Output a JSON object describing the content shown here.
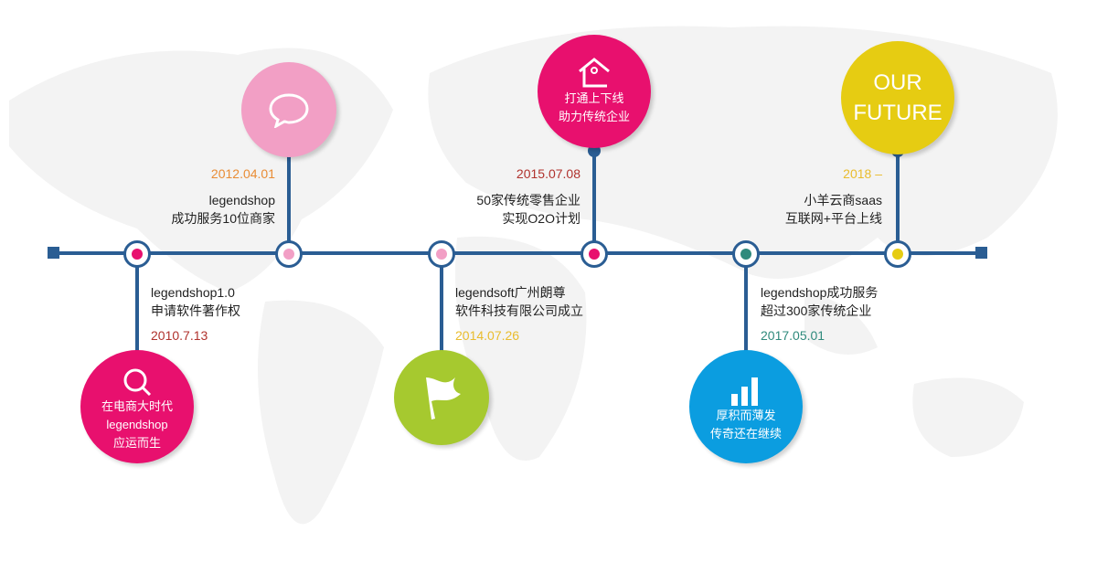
{
  "colors": {
    "line": "#2a5d93",
    "pink": "#e8106e",
    "light_pink": "#f29fc5",
    "green": "#a6c92f",
    "blue": "#0b9de0",
    "yellow": "#e6cc12",
    "teal": "#2f8a7c"
  },
  "events": [
    {
      "date": "2010.7.13",
      "lines": [
        "legendshop1.0",
        "申请软件著作权"
      ],
      "circle": [
        "在电商大时代",
        "legendshop",
        "应运而生"
      ],
      "icon": "search-icon"
    },
    {
      "date": "2012.04.01",
      "lines": [
        "legendshop",
        "成功服务10位商家"
      ],
      "icon": "chat-bubble-icon"
    },
    {
      "date": "2014.07.26",
      "lines": [
        "legendsoft广州朗尊",
        "软件科技有限公司成立"
      ],
      "icon": "flag-icon"
    },
    {
      "date": "2015.07.08",
      "lines": [
        "50家传统零售企业",
        "实现O2O计划"
      ],
      "circle": [
        "打通上下线",
        "助力传统企业"
      ],
      "icon": "home-icon"
    },
    {
      "date": "2017.05.01",
      "lines": [
        "legendshop成功服务",
        "超过300家传统企业"
      ],
      "circle": [
        "厚积而薄发",
        "传奇还在继续"
      ],
      "icon": "bar-chart-icon"
    },
    {
      "date": "2018 –",
      "lines": [
        "小羊云商saas",
        "互联网+平台上线"
      ],
      "circle": [
        "OUR",
        "FUTURE"
      ]
    }
  ]
}
